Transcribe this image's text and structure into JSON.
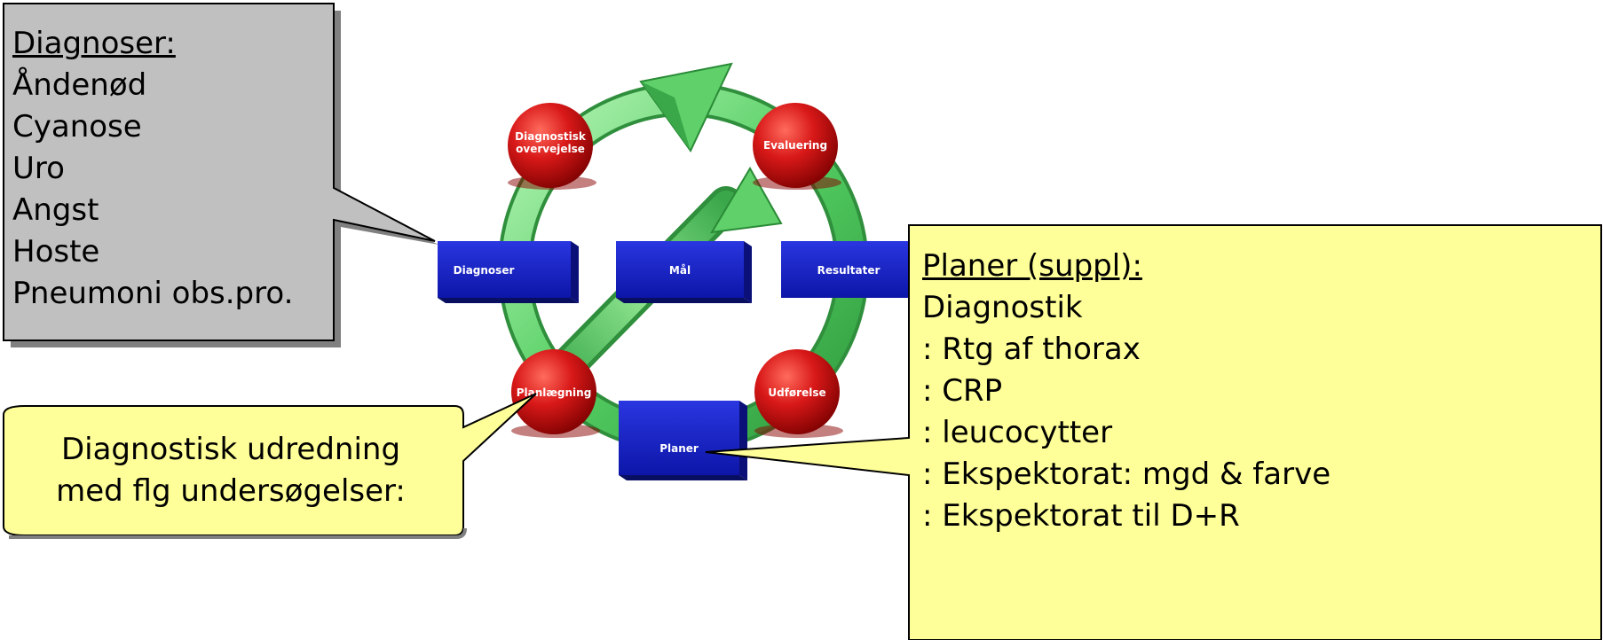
{
  "cycle": {
    "nodes": {
      "diagnostic_consideration": "Diagnostisk overvejelse",
      "evaluation": "Evaluering",
      "planning": "Planlægning",
      "execution": "Udførelse"
    },
    "boxes": {
      "diagnoses": "Diagnoser",
      "goal": "Mål",
      "results": "Resultater",
      "plans": "Planer"
    }
  },
  "callouts": {
    "diagnoses": {
      "heading": "Diagnoser:",
      "items": [
        "Åndenød",
        "Cyanose",
        "Uro",
        "Angst",
        "Hoste",
        "Pneumoni obs.pro."
      ]
    },
    "plans": {
      "heading": "Planer (suppl):",
      "subheading": "Diagnostik",
      "items": [
        ": Rtg af thorax",
        ": CRP",
        ": leucocytter",
        ": Ekspektorat: mgd & farve",
        ": Ekspektorat til D+R"
      ]
    },
    "investigation": {
      "lines": [
        "Diagnostisk udredning",
        "med flg undersøgelser:"
      ]
    }
  },
  "colors": {
    "ring": "#6fd97a",
    "node": "#d41414",
    "box": "#1a24c8",
    "gray_callout": "#c0c0c0",
    "yellow_callout": "#ffff99"
  }
}
